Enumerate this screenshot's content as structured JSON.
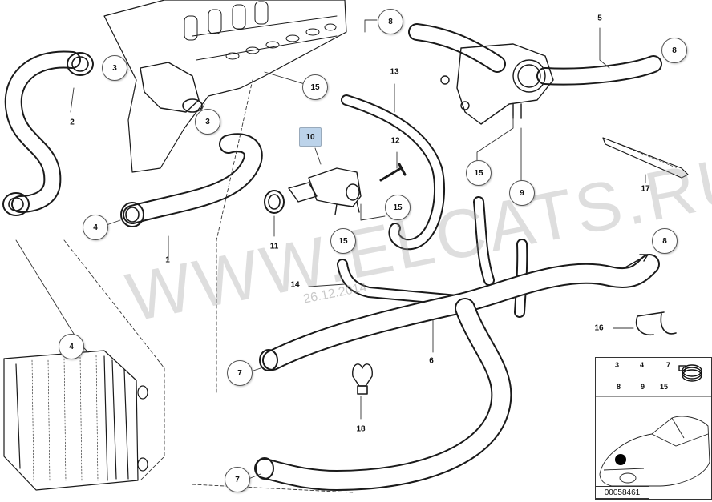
{
  "watermark": "WWW.ELCATS.RU",
  "watermark_date": "26.12.2014",
  "diagram_id": "00058461",
  "callouts": {
    "c3a": "3",
    "c3b": "3",
    "c4a": "4",
    "c4b": "4",
    "c7a": "7",
    "c7b": "7",
    "c8a": "8",
    "c8b": "8",
    "c8c": "8",
    "c9": "9",
    "c15a": "15",
    "c15b": "15",
    "c15c": "15",
    "c15d": "15",
    "c10": "10",
    "c13": "13",
    "c12": "12",
    "c11": "11",
    "c14": "14",
    "c16": "16",
    "c17": "17",
    "c18": "18",
    "c2": "2",
    "c1": "1",
    "c5": "5",
    "c6": "6"
  },
  "inset_labels": [
    "3",
    "4",
    "7",
    "8",
    "9",
    "15"
  ],
  "colors": {
    "line": "#1a1a1a",
    "hose": "#ffffff",
    "highlight": "#bcd3ea"
  }
}
